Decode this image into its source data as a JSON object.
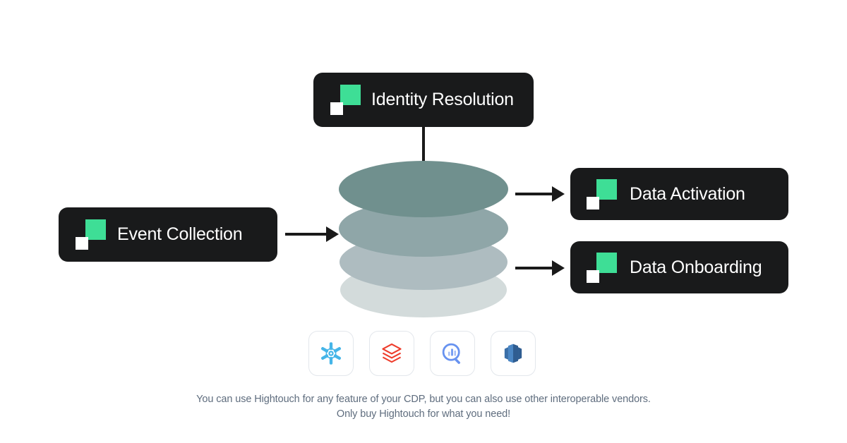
{
  "diagram": {
    "title": "Hightouch Composable CDP architecture",
    "colors": {
      "box_background": "#191A1B",
      "box_text": "#FFFFFF",
      "brand_green": "#3EDE96",
      "brand_white_square": "#FFFFFF",
      "arrow": "#1A1A1A",
      "caption_text": "#5F6D7E",
      "tile_border": "#E3E7EC",
      "page_background": "#FFFFFF"
    },
    "nodes": {
      "identity_resolution": {
        "label": "Identity Resolution",
        "icon": "hightouch-logo-icon"
      },
      "event_collection": {
        "label": "Event Collection",
        "icon": "hightouch-logo-icon"
      },
      "data_activation": {
        "label": "Data Activation",
        "icon": "hightouch-logo-icon"
      },
      "data_onboarding": {
        "label": "Data Onboarding",
        "icon": "hightouch-logo-icon"
      }
    },
    "warehouse": {
      "name": "data-warehouse-stack",
      "layer_count": 4,
      "layer_colors": [
        "#70908E",
        "#8FA6A8",
        "#AEBCC0",
        "#D3DBDB"
      ]
    },
    "connections": [
      {
        "name": "identity-to-warehouse",
        "from": "Identity Resolution",
        "to": "Data Warehouse",
        "style": "line"
      },
      {
        "name": "event-to-warehouse",
        "from": "Event Collection",
        "to": "Data Warehouse",
        "style": "arrow"
      },
      {
        "name": "warehouse-to-activation",
        "from": "Data Warehouse",
        "to": "Data Activation",
        "style": "arrow"
      },
      {
        "name": "warehouse-to-onboarding",
        "from": "Data Warehouse",
        "to": "Data Onboarding",
        "style": "arrow"
      }
    ],
    "vendors": [
      {
        "name": "snowflake",
        "icon": "snowflake-icon",
        "color": "#45B5E8"
      },
      {
        "name": "databricks",
        "icon": "databricks-icon",
        "color": "#EE3D2C"
      },
      {
        "name": "bigquery",
        "icon": "bigquery-icon",
        "color": "#6792F0"
      },
      {
        "name": "amazon-redshift",
        "icon": "redshift-icon",
        "color": "#3A6FA8"
      }
    ],
    "caption": {
      "line1": "You can use Hightouch for any feature of your CDP, but you can also use other interoperable vendors.",
      "line2": "Only buy Hightouch for what you need!"
    }
  }
}
